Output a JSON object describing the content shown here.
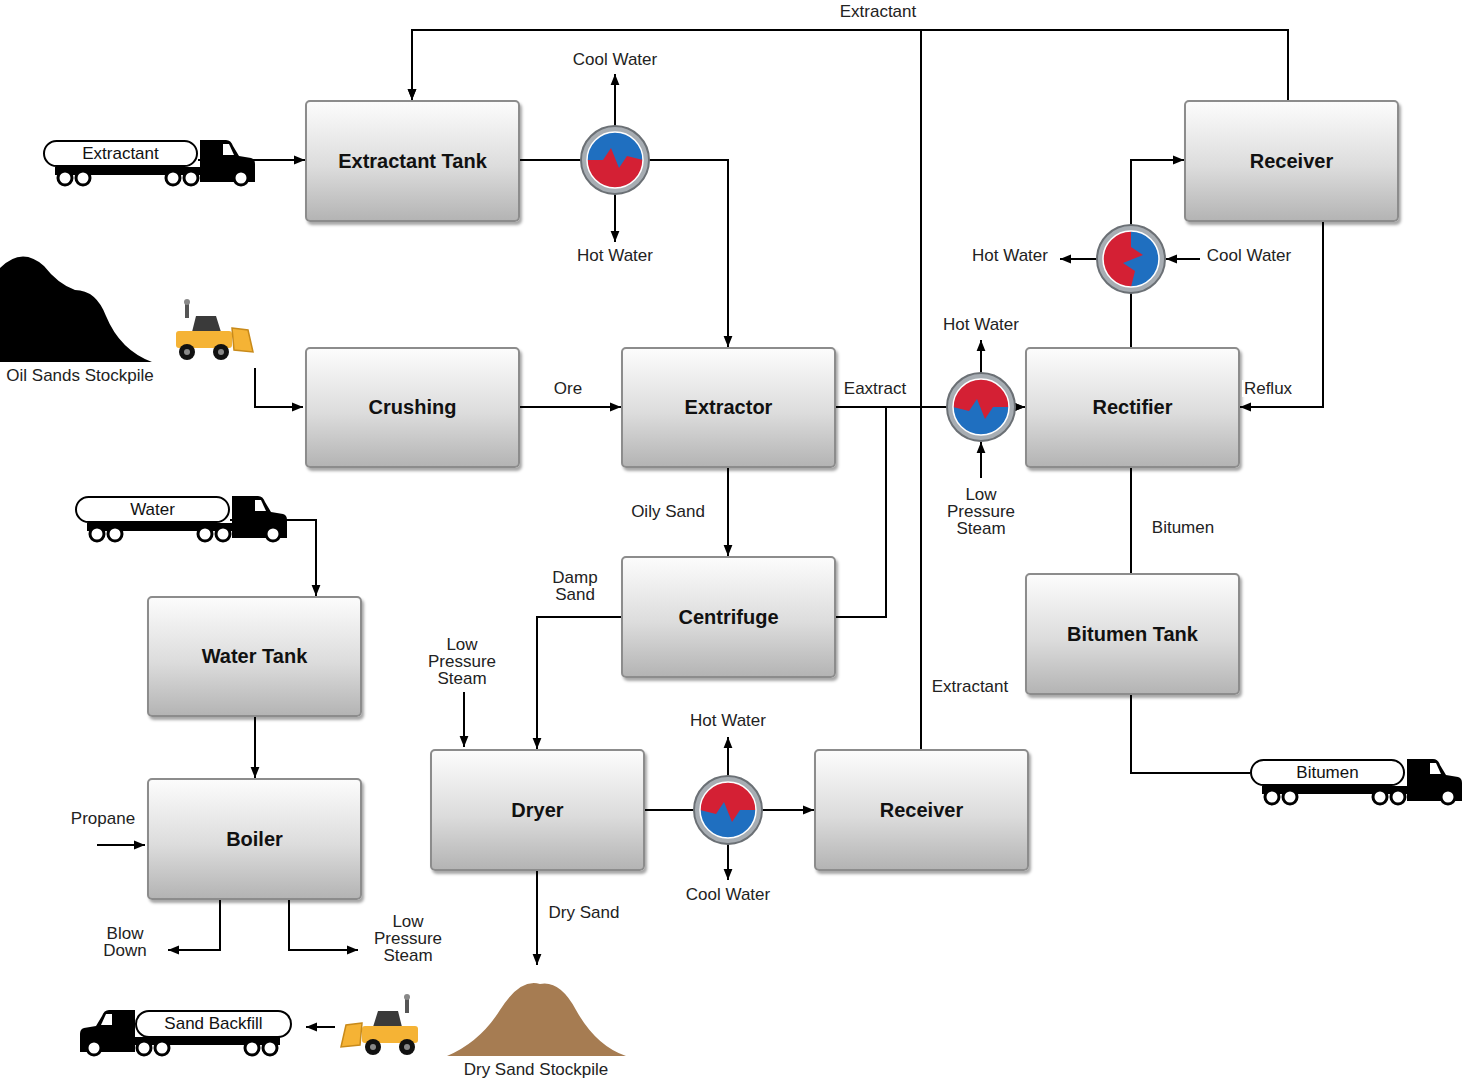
{
  "diagram": {
    "nodes": [
      {
        "text": [
          "Extractant"
        ]
      },
      {
        "text": [
          "Extractant Tank"
        ]
      },
      {
        "text": [
          "Receiver"
        ]
      },
      {
        "text": [
          "Crushing"
        ]
      },
      {
        "text": [
          "Extractor"
        ]
      },
      {
        "text": [
          "Rectifier"
        ]
      },
      {
        "text": [
          "Water"
        ]
      },
      {
        "text": [
          "Centrifuge"
        ]
      },
      {
        "text": [
          "Water Tank"
        ]
      },
      {
        "text": [
          "Bitumen Tank"
        ]
      },
      {
        "text": [
          "Dryer"
        ]
      },
      {
        "text": [
          "Receiver"
        ]
      },
      {
        "text": [
          "Bitumen"
        ]
      },
      {
        "text": [
          "Boiler"
        ]
      },
      {
        "text": [
          "Sand Backfill"
        ]
      }
    ],
    "edges": [
      {
        "from": 0,
        "to": 1,
        "arrow": "to"
      },
      {
        "from": 1,
        "to": 4,
        "arrow": "to"
      },
      {
        "from": 3,
        "to": 4,
        "label": "Ore",
        "arrow": "to"
      },
      {
        "from": 4,
        "to": 5,
        "label": "Eaxtract",
        "arrow": "to"
      },
      {
        "from": 4,
        "to": 7,
        "label": "Oily Sand",
        "arrow": "to"
      },
      {
        "from": 7,
        "to": 5,
        "arrow": "to"
      },
      {
        "from": 7,
        "to": 10,
        "label": "Damp Sand",
        "arrow": "to"
      },
      {
        "from": 10,
        "to": 11,
        "arrow": "to"
      },
      {
        "from": 11,
        "to": 1,
        "label": "Extractant",
        "arrow": "to"
      },
      {
        "from": 2,
        "to": 1,
        "label": "Extractant",
        "arrow": "to"
      },
      {
        "from": 5,
        "to": 2,
        "arrow": "to"
      },
      {
        "from": 2,
        "to": 5,
        "label": "Reflux",
        "arrow": "to"
      },
      {
        "from": 5,
        "to": 9,
        "label": "Bitumen",
        "arrow": "none"
      },
      {
        "from": 9,
        "to": 12,
        "arrow": "none"
      },
      {
        "from": 6,
        "to": 8,
        "arrow": "to"
      },
      {
        "from": 8,
        "to": 13,
        "arrow": "to"
      }
    ],
    "labels": [
      "Cool Water",
      "Hot Water",
      "Oil Sands Stockpile",
      "Hot Water",
      "Cool Water",
      "Hot Water",
      "Low Pressure Steam",
      "Low Pressure Steam",
      "Hot Water",
      "Propane",
      "Cool Water",
      "Blow Down",
      "Low Pressure Steam",
      "Dry Sand Stockpile",
      "Dry Sand"
    ]
  }
}
